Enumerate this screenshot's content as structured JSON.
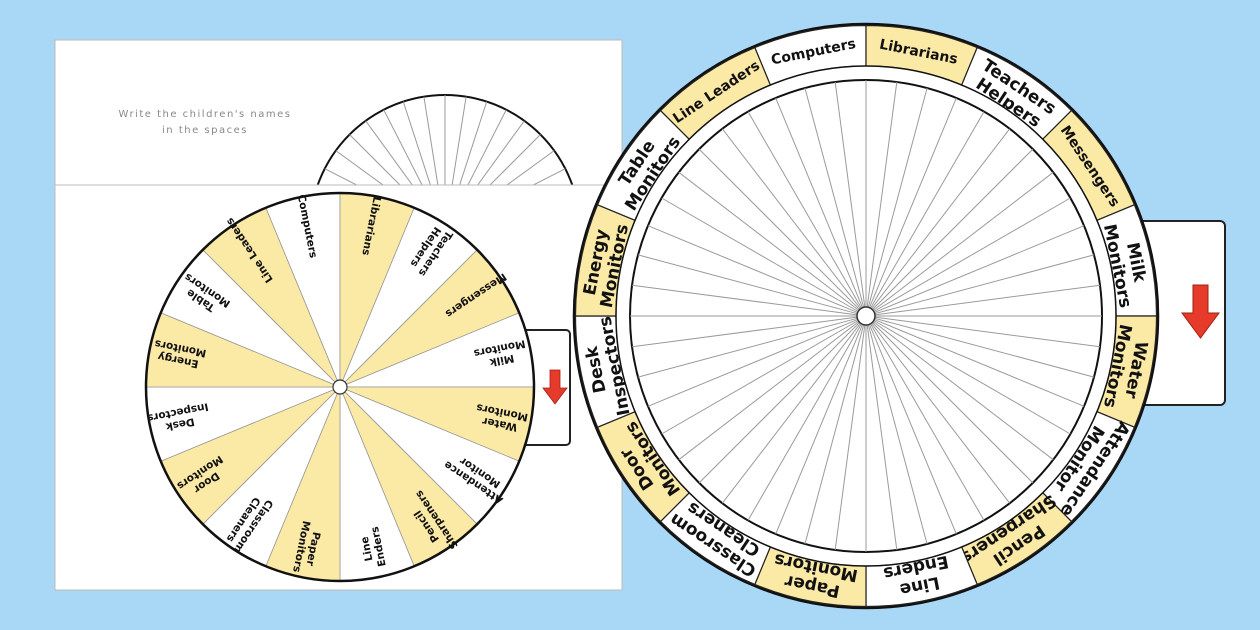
{
  "colors": {
    "background": "#a9d8f6",
    "yellow": "#fbe9a6",
    "white": "#ffffff",
    "arrow": "#e63a2a",
    "spoke": "#9a9a9a"
  },
  "back_sheet": {
    "instruction_line1": "Write the children's names",
    "instruction_line2": "in the spaces"
  },
  "jobs": [
    {
      "lines": [
        "Computers"
      ],
      "fill": "white"
    },
    {
      "lines": [
        "Librarians"
      ],
      "fill": "yellow"
    },
    {
      "lines": [
        "Teachers",
        "Helpers"
      ],
      "fill": "white"
    },
    {
      "lines": [
        "Messengers"
      ],
      "fill": "yellow"
    },
    {
      "lines": [
        "Milk",
        "Monitors"
      ],
      "fill": "white"
    },
    {
      "lines": [
        "Water",
        "Monitors"
      ],
      "fill": "yellow"
    },
    {
      "lines": [
        "Attendance",
        "Monitor"
      ],
      "fill": "white"
    },
    {
      "lines": [
        "Pencil",
        "Sharpeners"
      ],
      "fill": "yellow"
    },
    {
      "lines": [
        "Line",
        "Enders"
      ],
      "fill": "white"
    },
    {
      "lines": [
        "Paper",
        "Monitors"
      ],
      "fill": "yellow"
    },
    {
      "lines": [
        "Classroom",
        "Cleaners"
      ],
      "fill": "white"
    },
    {
      "lines": [
        "Door",
        "Monitors"
      ],
      "fill": "yellow"
    },
    {
      "lines": [
        "Desk",
        "Inspectors"
      ],
      "fill": "white"
    },
    {
      "lines": [
        "Energy",
        "Monitors"
      ],
      "fill": "yellow"
    },
    {
      "lines": [
        "Table",
        "Monitors"
      ],
      "fill": "white"
    },
    {
      "lines": [
        "Line Leaders"
      ],
      "fill": "yellow"
    }
  ],
  "arrow_icon": "arrow-down-icon"
}
